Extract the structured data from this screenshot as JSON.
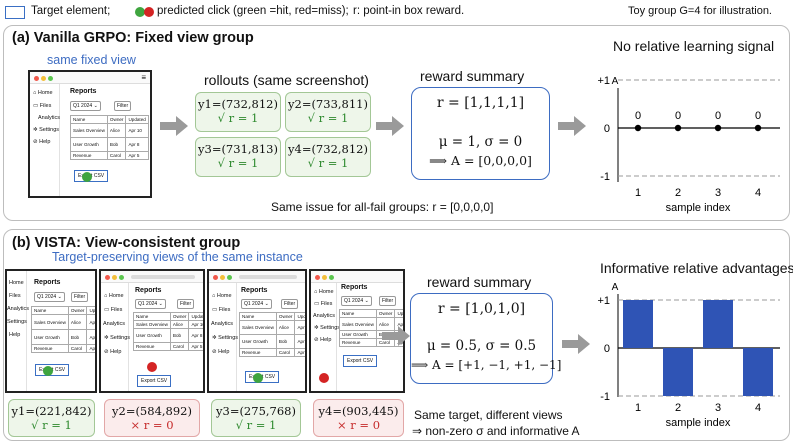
{
  "legend": {
    "text_a": "Target element;",
    "text_b": "predicted click (green =hit, red=miss);",
    "text_c": "r: point-in box reward.",
    "note": "Toy group G=4 for illustration."
  },
  "panel_a": {
    "title": "(a) Vanilla GRPO: Fixed view group",
    "subtitle": "same fixed view",
    "rollouts_heading": "rollouts (same screenshot)",
    "rollouts": [
      {
        "coord": "y1=(732,812)",
        "reward": "√ r = 1"
      },
      {
        "coord": "y2=(733,811)",
        "reward": "√ r = 1"
      },
      {
        "coord": "y3=(731,813)",
        "reward": "√ r = 1"
      },
      {
        "coord": "y4=(732,812)",
        "reward": "√ r = 1"
      }
    ],
    "summary_heading": "reward summary",
    "summary": {
      "r": "r = [1,1,1,1]",
      "stats": "μ = 1, σ = 0",
      "adv": "⟹ A = [0,0,0,0]"
    },
    "caption": "Same issue for all-fail groups: r = [0,0,0,0]",
    "chart_title": "No relative learning signal"
  },
  "panel_b": {
    "title": "(b) VISTA: View-consistent group",
    "subtitle": "Target-preserving views of the same instance",
    "rollouts": [
      {
        "coord": "y1=(221,842)",
        "reward": "√ r = 1",
        "hit": true
      },
      {
        "coord": "y2=(584,892)",
        "reward": "× r = 0",
        "hit": false
      },
      {
        "coord": "y3=(275,768)",
        "reward": "√ r = 1",
        "hit": true
      },
      {
        "coord": "y4=(903,445)",
        "reward": "× r = 0",
        "hit": false
      }
    ],
    "summary_heading": "reward summary",
    "summary": {
      "r": "r = [1,0,1,0]",
      "stats": "μ = 0.5, σ = 0.5",
      "adv": "⟹ A = [+1, −1, +1, −1]"
    },
    "caption_1": "Same target, different views",
    "caption_2": "⇒ non-zero σ and informative A",
    "chart_title": "Informative relative advantages"
  },
  "mock": {
    "title": "Reports",
    "quarter": "Q1 2024",
    "filter": "Filter",
    "nav": [
      "Home",
      "Files",
      "Analytics",
      "Settings",
      "Help"
    ],
    "headers": [
      "Name",
      "Owner",
      "Updated"
    ],
    "rows": [
      [
        "Sales Overview",
        "Alice",
        "Apr 10"
      ],
      [
        "User Growth",
        "Bob",
        "Apr 8"
      ],
      [
        "Revenue",
        "Carol",
        "Apr 5"
      ]
    ],
    "export": "Export CSV"
  },
  "chart_data": [
    {
      "type": "scatter",
      "title": "No relative learning signal",
      "x": [
        1,
        2,
        3,
        4
      ],
      "values": [
        0,
        0,
        0,
        0
      ],
      "point_labels": [
        "0",
        "0",
        "0",
        "0"
      ],
      "xlabel": "sample index",
      "ylabel": "A",
      "ylim": [
        -1,
        1
      ],
      "yticks": [
        "+1",
        "0",
        "-1"
      ],
      "color": "#000000"
    },
    {
      "type": "bar",
      "title": "Informative relative advantages",
      "categories": [
        "1",
        "2",
        "3",
        "4"
      ],
      "values": [
        1,
        -1,
        1,
        -1
      ],
      "xlabel": "sample index",
      "ylabel": "A",
      "ylim": [
        -1,
        1
      ],
      "yticks": [
        "+1",
        "0",
        "-1"
      ],
      "color": "#2f54b5"
    }
  ]
}
